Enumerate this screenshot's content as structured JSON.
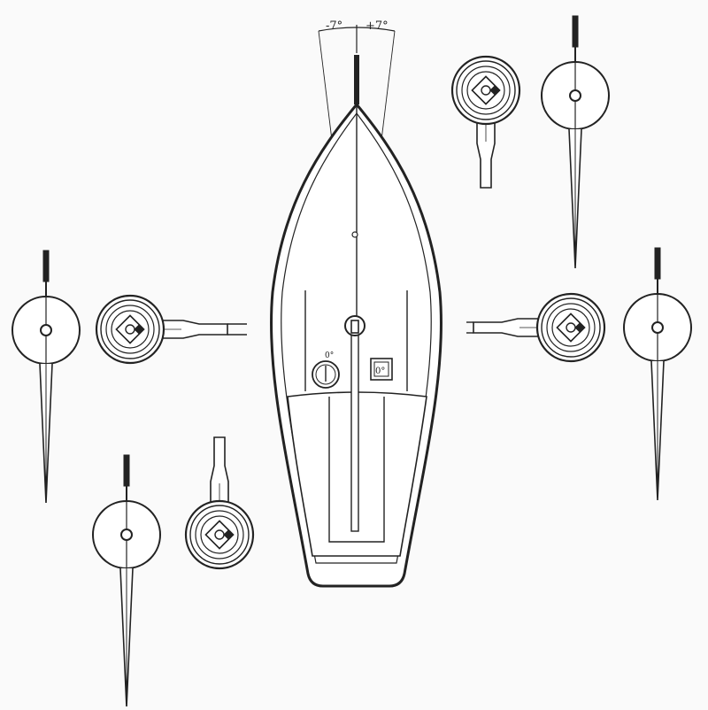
{
  "angle_labels": {
    "left": "-7°",
    "right": "+7°"
  },
  "compass_dial": {
    "label": "0°"
  },
  "digital_display": {
    "label": "0°"
  },
  "colors": {
    "ink": "#222222",
    "paper": "#fafafa"
  },
  "icons": [
    "wind-vane-icon",
    "sensor-unit-icon",
    "compass-icon",
    "digital-display-icon",
    "sailboat-hull"
  ]
}
